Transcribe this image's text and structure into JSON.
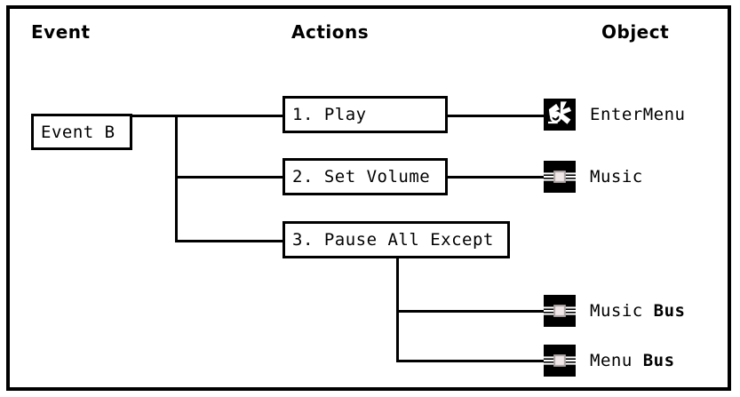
{
  "frame": {
    "border_color": "#000000",
    "background": "#ffffff"
  },
  "columns": {
    "event": "Event",
    "actions": "Actions",
    "object": "Object"
  },
  "event": {
    "label": "Event B"
  },
  "actions": [
    {
      "label": "1. Play"
    },
    {
      "label": "2. Set Volume"
    },
    {
      "label": "3. Pause All Except"
    }
  ],
  "objects": [
    {
      "label": "EnterMenu",
      "bold_part": "",
      "icon": "event-icon"
    },
    {
      "label": "Music",
      "bold_part": "",
      "icon": "bus-icon"
    },
    {
      "label": "Music ",
      "bold_part": "Bus",
      "icon": "bus-icon"
    },
    {
      "label": "Menu ",
      "bold_part": "Bus",
      "icon": "bus-icon"
    }
  ]
}
